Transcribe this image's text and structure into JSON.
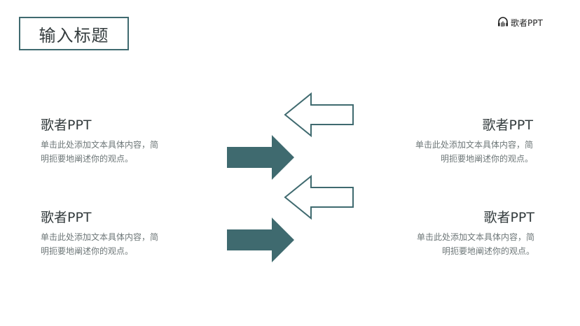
{
  "title": "输入标题",
  "logo": {
    "text": "歌者PPT",
    "icon": "headphones-logo-icon"
  },
  "colors": {
    "accent": "#3f6a6f",
    "heading": "#333b3d",
    "body": "#6e7778"
  },
  "blocks": [
    {
      "heading": "歌者PPT",
      "line1": "单击此处添加文本具体内容，简",
      "line2": "明扼要地阐述你的观点。"
    },
    {
      "heading": "歌者PPT",
      "line1": "单击此处添加文本具体内容，简",
      "line2": "明扼要地阐述你的观点。"
    },
    {
      "heading": "歌者PPT",
      "line1": "单击此处添加文本具体内容，简",
      "line2": "明扼要地阐述你的观点。"
    },
    {
      "heading": "歌者PPT",
      "line1": "单击此处添加文本具体内容，简",
      "line2": "明扼要地阐述你的观点。"
    }
  ],
  "arrows": [
    {
      "direction": "left",
      "style": "outline"
    },
    {
      "direction": "right",
      "style": "filled"
    },
    {
      "direction": "left",
      "style": "outline"
    },
    {
      "direction": "right",
      "style": "filled"
    }
  ]
}
